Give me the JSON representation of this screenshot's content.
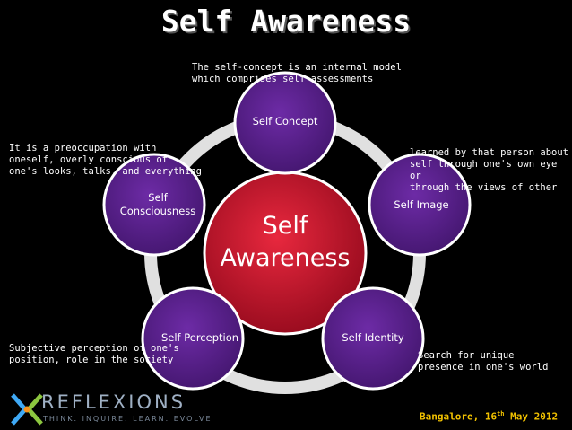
{
  "title": "Self Awareness",
  "center": {
    "line1": "Self",
    "line2": "Awareness"
  },
  "nodes": {
    "concept": "Self Concept",
    "image": "Self Image",
    "identity": "Self Identity",
    "perception": "Self Perception",
    "consciousness_1": "Self",
    "consciousness_2": "Consciousness"
  },
  "notes": {
    "concept": "The self-concept is an internal model\nwhich comprises self-assessments",
    "consciousness": "It is a preoccupation with\noneself, overly conscious of\none's looks, talks, and everything",
    "image": "learned by that person about\nself through one's own eye or\nthrough the views of other",
    "perception": "Subjective perception of one's\nposition, role in the society",
    "identity": "Search for unique\npresence in one's world"
  },
  "footer": {
    "place": "Bangalore, 16",
    "sup": "th",
    "rest": " May 2012"
  },
  "logo": {
    "word": "REFLEXIONS",
    "tagline": "THINK. INQUIRE. LEARN. EVOLVE"
  },
  "colors": {
    "center": "#c8102e",
    "node": "#5a1f8f",
    "ring": "#ffffff",
    "footer": "#f2c200"
  }
}
